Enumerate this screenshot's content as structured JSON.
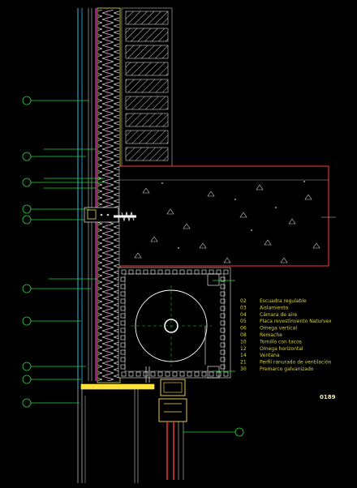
{
  "legend": [
    {
      "num": "02",
      "text": "Escuadra regulable"
    },
    {
      "num": "03",
      "text": "Aislamiento"
    },
    {
      "num": "04",
      "text": "Cámara de aire"
    },
    {
      "num": "05",
      "text": "Placa revestimiento Naturvex"
    },
    {
      "num": "06",
      "text": "Omega vertical"
    },
    {
      "num": "08",
      "text": "Remache"
    },
    {
      "num": "10",
      "text": "Tornillo con tacos"
    },
    {
      "num": "12",
      "text": "Omega horizontal"
    },
    {
      "num": "14",
      "text": "Ventana"
    },
    {
      "num": "21",
      "text": "Perfil ranurado de ventilación"
    },
    {
      "num": "30",
      "text": "Premarco galvanizado"
    }
  ],
  "drawing_code": "0189",
  "colors": {
    "background": "#000000",
    "leader": "#22d43a",
    "insulation": "#e8e24a",
    "zigzag": "#ffffff",
    "membrane": "#ff2bd6",
    "cladding": "#3fd0ff",
    "concrete_edge": "#ff3a3a",
    "text": "#d8d23a",
    "code": "#f3ee8f",
    "window_profile": "#ffe23a"
  }
}
